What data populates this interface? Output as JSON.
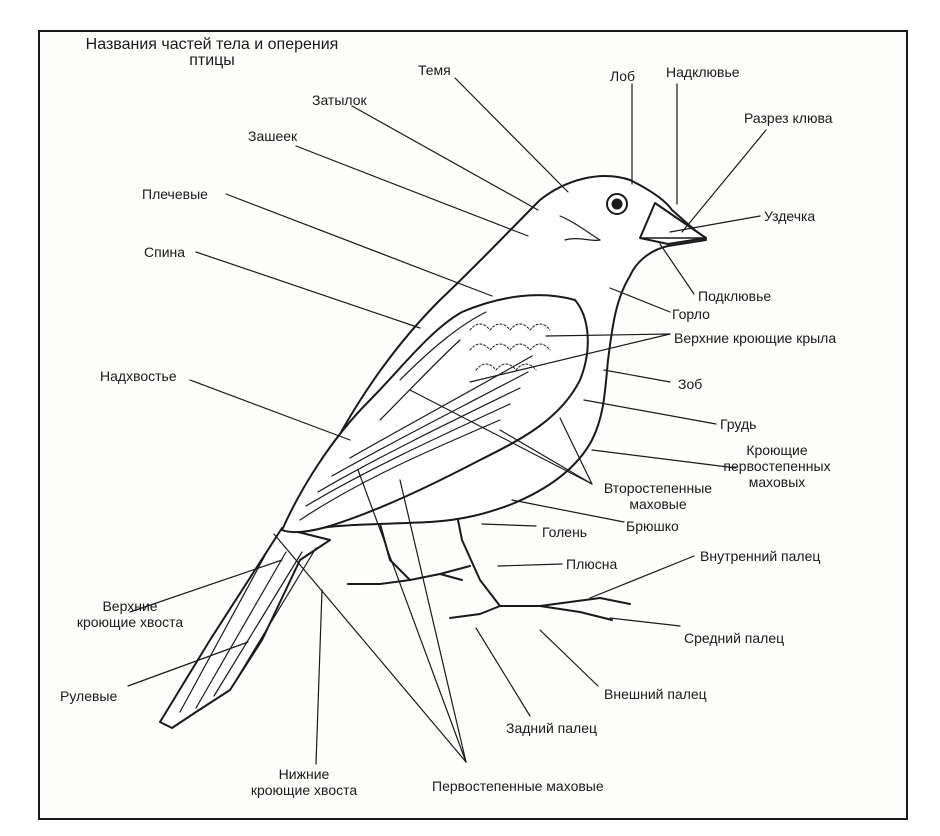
{
  "title": {
    "line1": "Названия частей тела и оперения",
    "line2": "птицы"
  },
  "labels": {
    "temya": "Темя",
    "lob": "Лоб",
    "nadklyuvie": "Надклювье",
    "zatylok": "Затылок",
    "razrez_klyuva": "Разрез клюва",
    "zasheek": "Зашеек",
    "uzdechka": "Уздечка",
    "plechevye": "Плечевые",
    "spina": "Спина",
    "podklyuvie": "Подклювье",
    "gorlo": "Горло",
    "verkhnie_kroyushchie_kryla": "Верхние кроющие крыла",
    "nadkhvoste": "Надхвостье",
    "zob": "Зоб",
    "grud": "Грудь",
    "kroyushchie_1": "Кроющие",
    "kroyushchie_2": "первостепенных",
    "kroyushchie_3": "маховых",
    "vtorostepennye_1": "Второстепенные",
    "vtorostepennye_2": "маховые",
    "bryushko": "Брюшко",
    "golen": "Голень",
    "plyusna": "Плюсна",
    "vnutrenniy_palets": "Внутренний палец",
    "verkhnie_kroyushchie_khvosta_1": "Верхние",
    "verkhnie_kroyushchie_khvosta_2": "кроющие хвоста",
    "sredniy_palets": "Средний палец",
    "rulevye": "Рулевые",
    "vneshniy_palets": "Внешний палец",
    "zadniy_palets": "Задний палец",
    "nizhnie_kroyushchie_khvosta_1": "Нижние",
    "nizhnie_kroyushchie_khvosta_2": "кроющие хвоста",
    "pervostepennye_makhovye": "Первостепенные маховые"
  }
}
